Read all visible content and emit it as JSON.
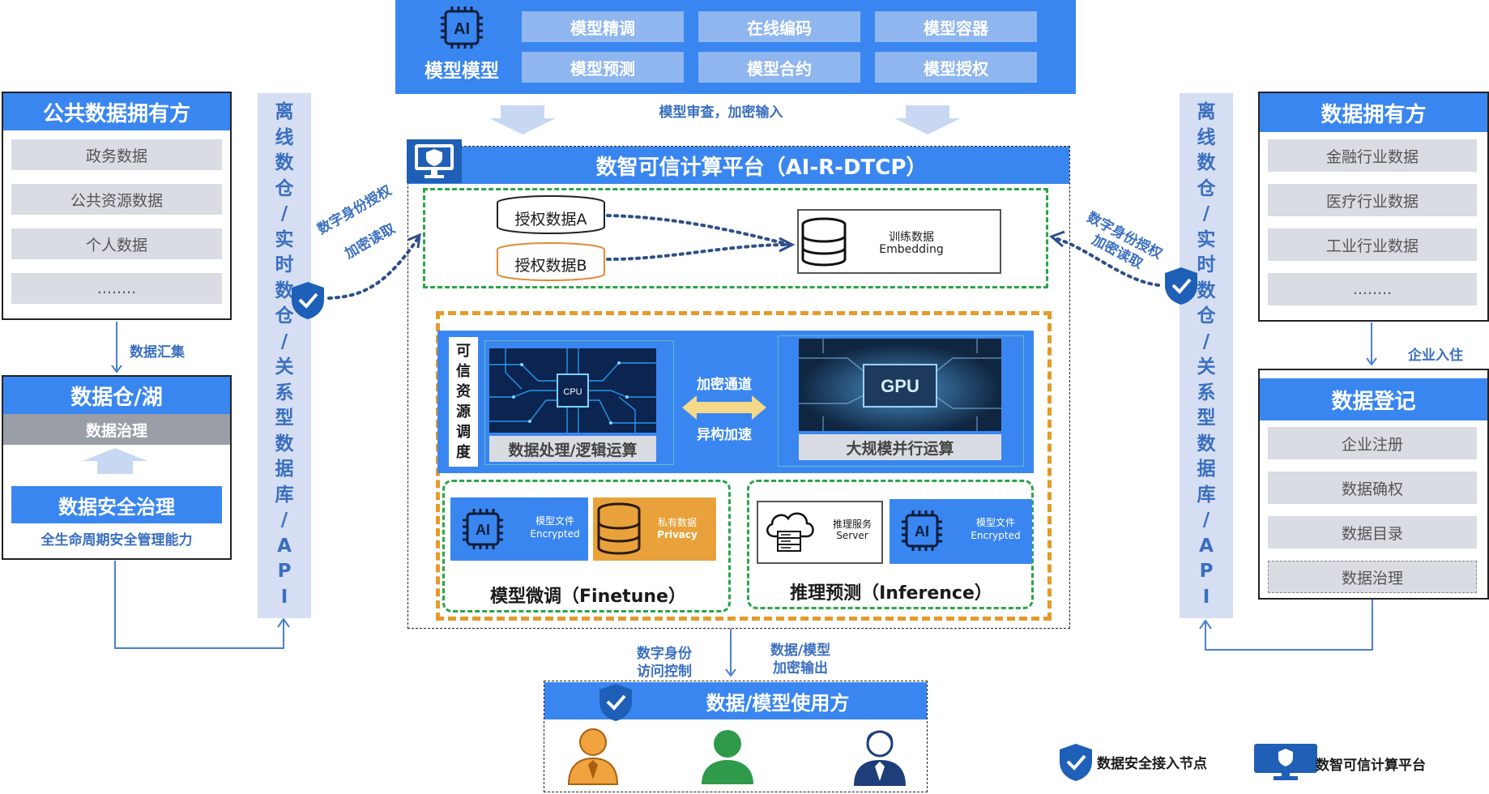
{
  "top_models": {
    "ai_chip_label": "AI",
    "title": "模型模型",
    "buttons": [
      "模型精调",
      "在线编码",
      "模型容器",
      "模型预测",
      "模型合约",
      "模型授权"
    ],
    "review_label": "模型审查，加密输入"
  },
  "public_owner": {
    "title": "公共数据拥有方",
    "items": [
      "政务数据",
      "公共资源数据",
      "个人数据",
      "........"
    ]
  },
  "collect_label": "数据汇集",
  "warehouse": {
    "title": "数据仓/湖",
    "governance": "数据治理",
    "security_title": "数据安全治理",
    "security_sub": "全生命周期安全管理能力"
  },
  "offline_column_text": [
    "离",
    "线",
    "数",
    "仓",
    "/",
    "实",
    "时",
    "数",
    "仓",
    "/",
    "关",
    "系",
    "型",
    "数",
    "据",
    "库",
    "/",
    "A",
    "P",
    "I"
  ],
  "left_auth_label": [
    "数字身份授权",
    "加密读取"
  ],
  "right_auth_label": [
    "数字身份授权",
    "加密读取"
  ],
  "platform": {
    "title": "数智可信计算平台（AI-R-DTCP）",
    "auth_data_a": "授权数据A",
    "auth_data_b": "授权数据B",
    "training_title": "训练数据",
    "training_sub": "Embedding",
    "scheduler_text": [
      "可",
      "信",
      "资",
      "源",
      "调",
      "度"
    ],
    "cpu_label": "CPU",
    "cpu_caption": "数据处理/逻辑运算",
    "channel_top": "加密通道",
    "channel_bottom": "异构加速",
    "gpu_label": "GPU",
    "gpu_caption": "大规模并行运算",
    "finetune": {
      "model_file_title": "模型文件",
      "model_file_sub": "Encrypted",
      "private_title": "私有数据",
      "private_sub": "Privacy",
      "caption": "模型微调（Finetune）"
    },
    "inference": {
      "server_title": "推理服务",
      "server_sub": "Server",
      "model_file_title": "模型文件",
      "model_file_sub": "Encrypted",
      "caption": "推理预测（Inference）"
    }
  },
  "data_owner": {
    "title": "数据拥有方",
    "items": [
      "金融行业数据",
      "医疗行业数据",
      "工业行业数据",
      "........"
    ]
  },
  "enterprise_label": "企业入住",
  "registry": {
    "title": "数据登记",
    "items": [
      "企业注册",
      "数据确权",
      "数据目录",
      "数据治理"
    ]
  },
  "bottom_left_label": [
    "数字身份",
    "访问控制"
  ],
  "bottom_right_label": [
    "数据/模型",
    "加密输出"
  ],
  "users": {
    "title": "数据/模型使用方"
  },
  "legend": {
    "node_label": "数据安全接入节点",
    "platform_label": "数智可信计算平台"
  },
  "colors": {
    "primary_blue": "#3a86f0",
    "green_dash": "#2aa54a",
    "orange_dash": "#e59a2a",
    "orange_fill": "#e9a23b",
    "shield_blue": "#1e5fb8",
    "text_blue": "#3a6fc0"
  }
}
